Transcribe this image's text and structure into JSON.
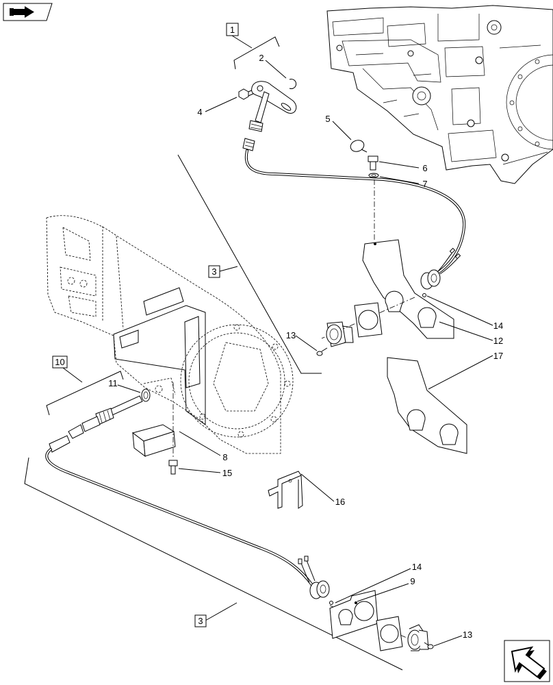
{
  "callouts": [
    "1",
    "2",
    "4",
    "5",
    "6",
    "7",
    "3",
    "14",
    "12",
    "13",
    "17",
    "10",
    "11",
    "8",
    "15",
    "16",
    "14",
    "9",
    "3",
    "13"
  ],
  "icons": {
    "top_left": "hand-arrow-icon",
    "bottom_right": "next-arrow-icon"
  }
}
